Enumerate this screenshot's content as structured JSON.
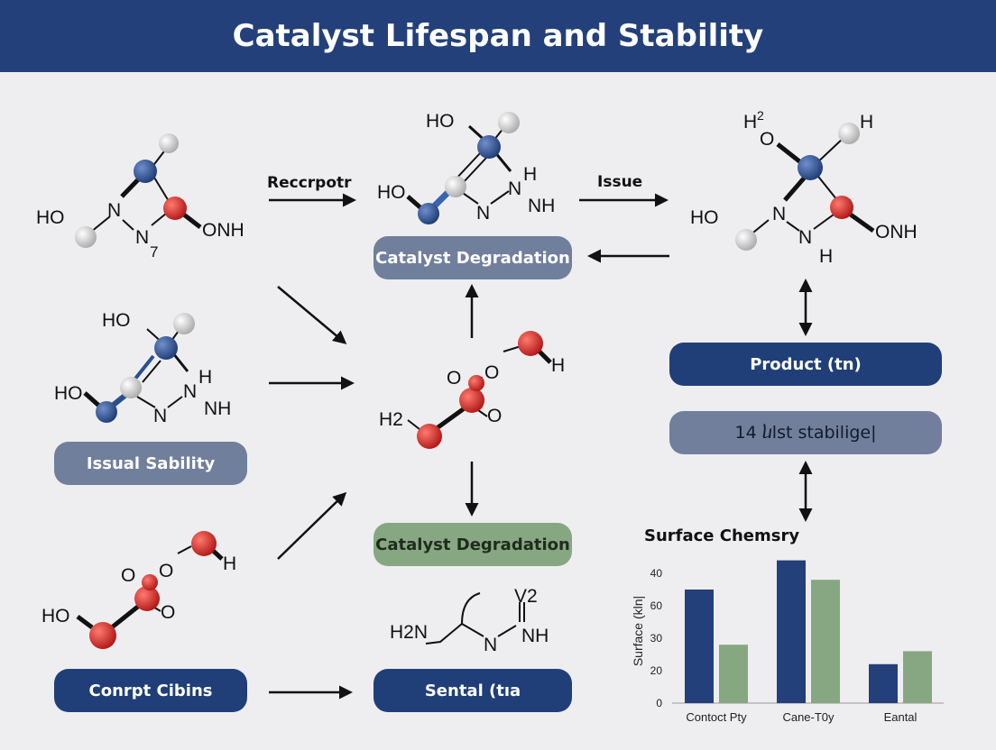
{
  "title": "Catalyst Lifespan and Stability",
  "molecules": {
    "m1": {
      "ho": "HO",
      "n1": "N",
      "n2": "N",
      "sub": "7",
      "onh": "ONH"
    },
    "m2": {
      "ho_top": "HO",
      "ho_left": "HO",
      "h": "H",
      "n": "N",
      "nh": "NH"
    },
    "m3": {
      "h": "H",
      "ho": "HO",
      "n1": "N",
      "n2": "N",
      "nh": "NH"
    },
    "m4": {
      "h_top": "H",
      "h_top_o": "O",
      "h_top_sup": "2",
      "h_right": "H",
      "ho": "HO",
      "n1": "N",
      "n2": "N",
      "h_sub": "H",
      "onh": "ONH"
    },
    "m5": {
      "o1": "O",
      "o2": "O",
      "h": "H",
      "h2": "H2"
    },
    "m6": {
      "o1": "O",
      "o2": "O",
      "h": "H",
      "ho": "HO"
    },
    "m7": {
      "v2": "V2",
      "h2n": "H2N",
      "n": "N",
      "nh": "NH"
    }
  },
  "arrow_labels": {
    "a1": "Reccrpotr",
    "a2": "Issue"
  },
  "pills": {
    "catalyst_degradation_top": "Catalyst Degradation",
    "issual_sability": "Issual Sability",
    "product": "Product (tn)",
    "stabilige": "14 ⴑlst stabilige|",
    "catalyst_degradation_green": "Catalyst Degradation",
    "conrpt_cibins": "Conrpt Cibins",
    "sental": "Sental (tıa"
  },
  "colors": {
    "navy": "#203f78",
    "slate": "#707f9c",
    "green": "#87a783",
    "atom_blue": "#2c4f8f",
    "atom_red": "#d62a2a",
    "atom_white": "#d8d8d8"
  },
  "chart_data": {
    "type": "bar",
    "title": "Surface Chemsry",
    "ylabel": "Surface (kln|",
    "categories": [
      "Contoct Pty",
      "Cane-T0y",
      "Eantal"
    ],
    "series": [
      {
        "values": [
          35,
          44,
          12
        ],
        "color": "#23407a"
      },
      {
        "values": [
          18,
          38,
          16
        ],
        "color": "#87a783"
      }
    ],
    "yticks": [
      "0",
      "20",
      "30",
      "60",
      "40"
    ],
    "ylim": [
      0,
      50
    ],
    "grid": false
  }
}
